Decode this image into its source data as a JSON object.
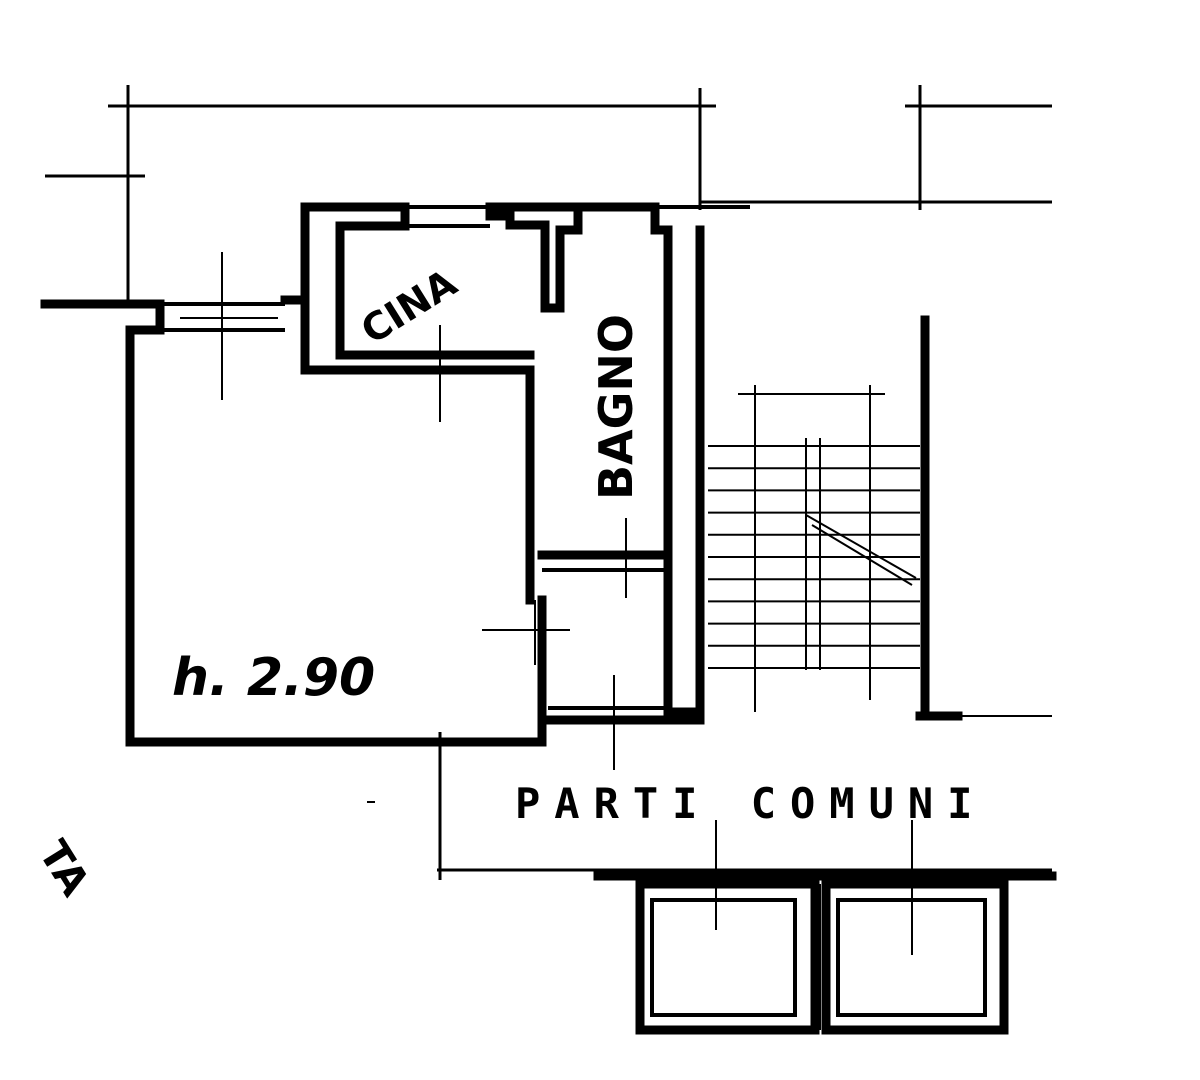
{
  "labels": {
    "kitchen": "CINA",
    "bathroom": "BAGNO",
    "ceiling_height": "h. 2.90",
    "common_areas": "PARTI COMUNI",
    "edge_fragment": "TA"
  },
  "colors": {
    "ink": "#000000",
    "paper": "#ffffff"
  }
}
